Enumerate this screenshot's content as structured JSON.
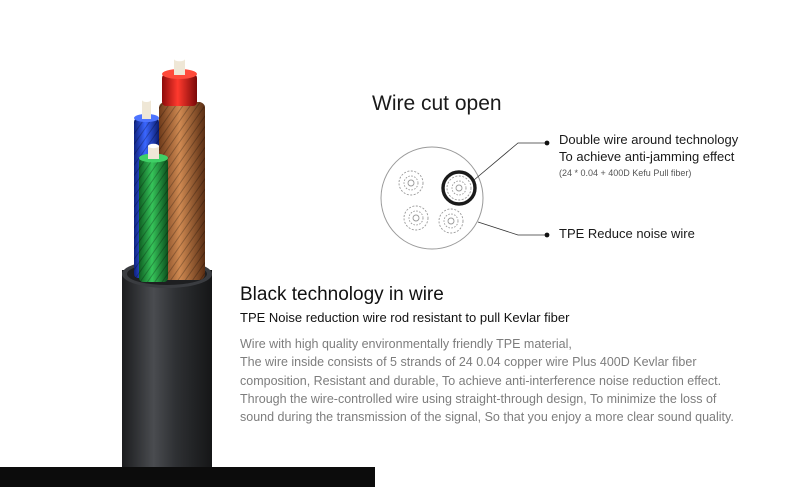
{
  "wire_cut": {
    "title": "Wire cut open",
    "callout_technology": {
      "line1": "Double wire around technology",
      "line2": "To achieve anti-jamming effect",
      "spec": "(24 * 0.04 + 400D Kefu Pull fiber)"
    },
    "callout_tpe": "TPE  Reduce noise wire"
  },
  "feature": {
    "heading": "Black technology in wire",
    "subheading": "TPE  Noise reduction wire rod resistant to pull Kevlar fiber",
    "description_lines": [
      "Wire with high quality environmentally friendly TPE material,",
      "The wire inside consists of 5 strands of 24 0.04 copper wire  Plus 400D Kevlar fiber",
      "composition, Resistant and durable, To achieve anti-interference noise reduction effect.",
      "Through the wire-controlled wire using straight-through design, To minimize the loss of",
      "sound during the transmission of the signal, So that you enjoy a more clear sound quality."
    ]
  },
  "colors": {
    "cable_jacket": "#2b2d30",
    "wire_red": "#d01818",
    "wire_blue": "#1c3fc4",
    "wire_green": "#1f9a3a",
    "wire_copper": "#b0683a",
    "text_gray": "#7d7d7d"
  }
}
